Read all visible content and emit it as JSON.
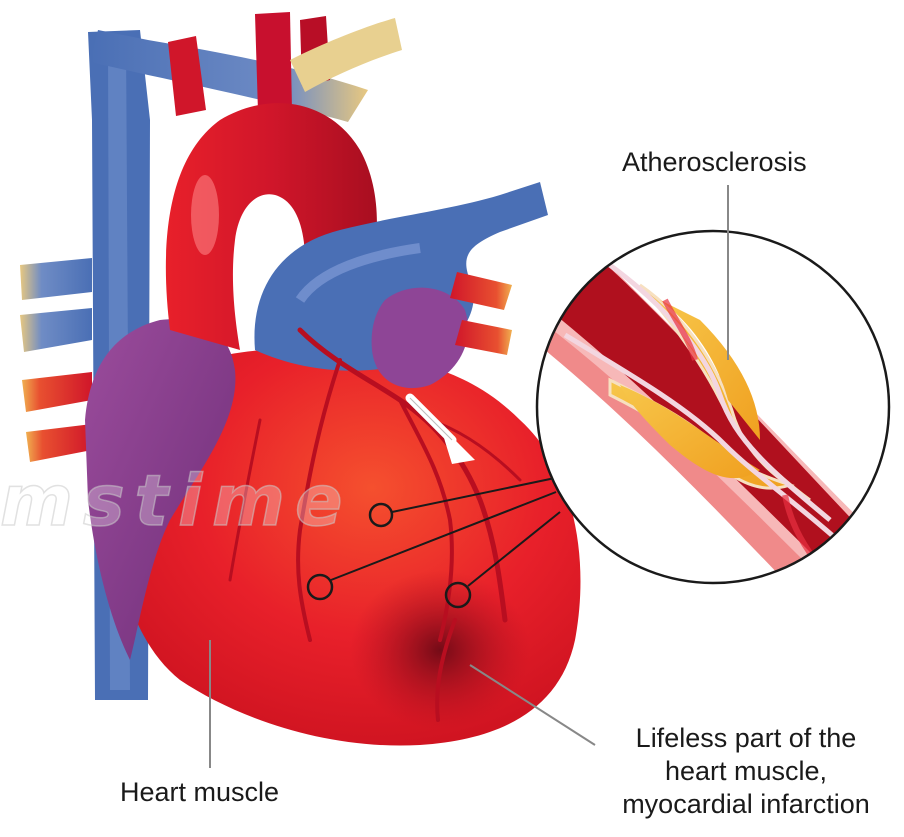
{
  "labels": {
    "atherosclerosis": "Atherosclerosis",
    "heart_muscle": "Heart muscle",
    "lifeless_line1": "Lifeless part of the",
    "lifeless_line2": "heart muscle,",
    "lifeless_line3": "myocardial infarction"
  },
  "watermark": "mstime",
  "colors": {
    "heart_red": "#e8202a",
    "artery_red": "#c8102e",
    "vein_blue": "#4a6fb5",
    "atrium_purple": "#8a3f8f",
    "plaque_yellow": "#f5b82e",
    "infarct_dark": "#8a0f1e",
    "vessel_wall_pink": "#f08a8a"
  }
}
